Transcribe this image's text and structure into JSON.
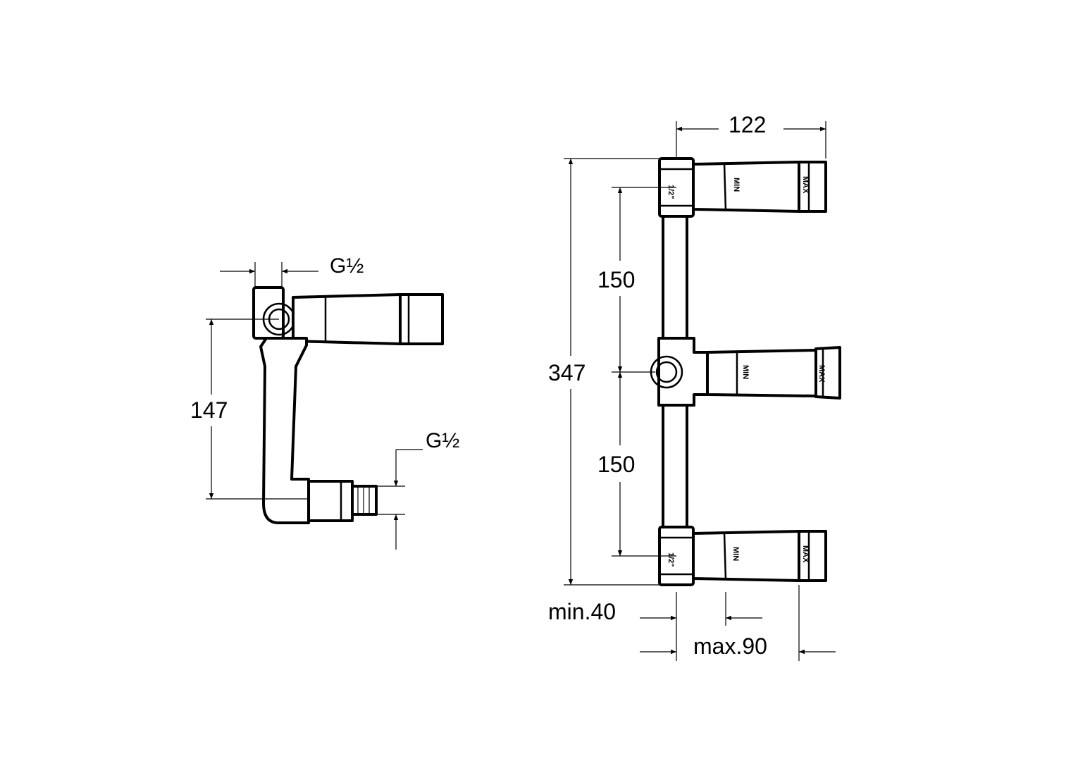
{
  "side_view": {
    "thread_top": "G½",
    "thread_bottom": "G½",
    "height_147": "147"
  },
  "front_view": {
    "width_122": "122",
    "total_347": "347",
    "spacing_top_150": "150",
    "spacing_bottom_150": "150",
    "min_40": "min.40",
    "max_90": "max.90",
    "marks": {
      "half_inch": "1/2\"",
      "min": "MIN",
      "max": "MAX"
    }
  }
}
